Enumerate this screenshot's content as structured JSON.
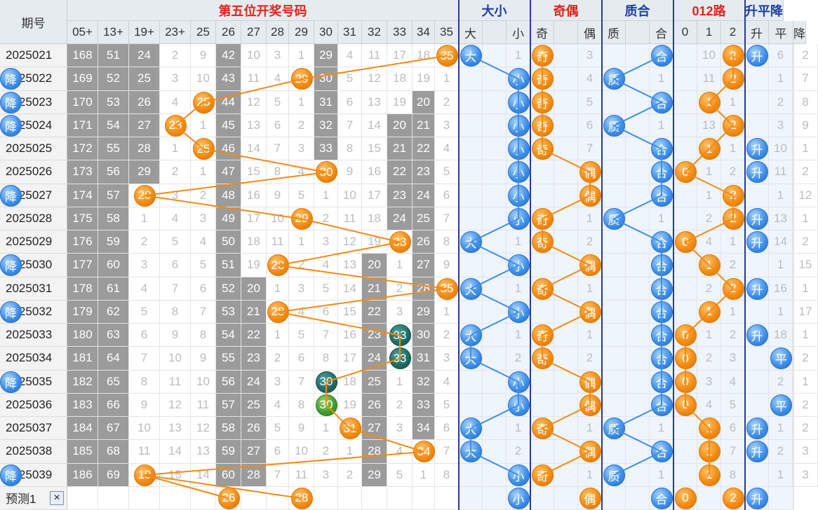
{
  "header": {
    "period_label": "期号",
    "group_main": "第五位开奖号码",
    "group_bigsmall": "大小",
    "group_oddeven": "奇偶",
    "group_primecomp": "质合",
    "group_012": "012路",
    "group_updown": "升平降",
    "columns": [
      "05+",
      "13+",
      "19+",
      "23+",
      "25",
      "26",
      "27",
      "28",
      "29",
      "30",
      "31",
      "32",
      "33",
      "34",
      "35",
      "大",
      "",
      "小",
      "奇",
      "",
      "偶",
      "质",
      "",
      "合",
      "0",
      "1",
      "2",
      "升",
      "平",
      "降"
    ]
  },
  "colors": {
    "orange": "#f28a12",
    "blue": "#3d8ee8",
    "teal": "#1f6a62",
    "green": "#3e9a2c",
    "gray": "#9b9b9b",
    "title_red": "#e0251b",
    "title_blue": "#1c3fa8"
  },
  "rows": [
    {
      "period": "2025021",
      "vals": [
        "168",
        "51",
        "24",
        "2",
        "9",
        "42",
        "10",
        "3",
        "1",
        "29",
        "4",
        "11",
        "17",
        "18",
        "35"
      ],
      "ball": "35",
      "bs": "大",
      "bs_miss": "1",
      "oe": "奇",
      "oe_miss": "3",
      "pc": "合",
      "pc_miss": "1",
      "r012": "2",
      "r_miss": [
        "10",
        "3"
      ],
      "ud": "升",
      "ud_miss": [
        "6",
        "2"
      ]
    },
    {
      "period": "2025022",
      "vals": [
        "169",
        "52",
        "25",
        "3",
        "10",
        "43",
        "11",
        "4",
        "29",
        "30",
        "5",
        "12",
        "18",
        "19",
        "1"
      ],
      "ball": "29",
      "bs": "小",
      "bs_miss": "1",
      "oe": "奇",
      "oe_miss": "4",
      "pc": "质",
      "pc_miss": "1",
      "r012": "2",
      "r_miss": [
        "11",
        "4"
      ],
      "ud": "降",
      "ud_miss": [
        "1",
        "7"
      ]
    },
    {
      "period": "2025023",
      "vals": [
        "170",
        "53",
        "26",
        "4",
        "25",
        "44",
        "12",
        "5",
        "1",
        "31",
        "6",
        "13",
        "19",
        "20",
        "2"
      ],
      "ball": "25",
      "bs": "小",
      "bs_miss": "2",
      "oe": "奇",
      "oe_miss": "5",
      "pc": "合",
      "pc_miss": "1",
      "r012": "1",
      "r_miss": [
        "12",
        "1"
      ],
      "ud": "降",
      "ud_miss": [
        "2",
        "8"
      ]
    },
    {
      "period": "2025024",
      "vals": [
        "171",
        "54",
        "27",
        "23",
        "1",
        "45",
        "13",
        "6",
        "2",
        "32",
        "7",
        "14",
        "20",
        "21",
        "3"
      ],
      "ball": "23",
      "bs": "小",
      "bs_miss": "3",
      "oe": "奇",
      "oe_miss": "6",
      "pc": "质",
      "pc_miss": "1",
      "r012": "2",
      "r_miss": [
        "13",
        "1"
      ],
      "ud": "降",
      "ud_miss": [
        "3",
        "9"
      ]
    },
    {
      "period": "2025025",
      "vals": [
        "172",
        "55",
        "28",
        "1",
        "25",
        "46",
        "14",
        "7",
        "3",
        "33",
        "8",
        "15",
        "21",
        "22",
        "4"
      ],
      "ball": "25",
      "bs": "小",
      "bs_miss": "4",
      "oe": "奇",
      "oe_miss": "7",
      "pc": "合",
      "pc_miss": "1",
      "r012": "1",
      "r_miss": [
        "14",
        "1"
      ],
      "ud": "升",
      "ud_miss": [
        "10",
        "1"
      ]
    },
    {
      "period": "2025026",
      "vals": [
        "173",
        "56",
        "29",
        "2",
        "1",
        "47",
        "15",
        "8",
        "4",
        "30",
        "9",
        "16",
        "22",
        "23",
        "5"
      ],
      "ball": "30",
      "bs": "小",
      "bs_miss": "5",
      "oe": "偶",
      "oe_miss": "1",
      "pc": "合",
      "pc_miss": "2",
      "r012": "0",
      "r_miss": [
        "1",
        "2"
      ],
      "ud": "升",
      "ud_miss": [
        "11",
        "2"
      ]
    },
    {
      "period": "2025027",
      "vals": [
        "174",
        "57",
        "20",
        "3",
        "2",
        "48",
        "16",
        "9",
        "5",
        "1",
        "10",
        "17",
        "23",
        "24",
        "6"
      ],
      "ball": "20",
      "bs": "小",
      "bs_miss": "6",
      "oe": "偶",
      "oe_miss": "2",
      "pc": "合",
      "pc_miss": "3",
      "r012": "2",
      "r_miss": [
        "1",
        "2"
      ],
      "ud": "降",
      "ud_miss": [
        "1",
        "12"
      ]
    },
    {
      "period": "2025028",
      "vals": [
        "175",
        "58",
        "1",
        "4",
        "3",
        "49",
        "17",
        "10",
        "29",
        "2",
        "11",
        "18",
        "24",
        "25",
        "7"
      ],
      "ball": "29",
      "bs": "小",
      "bs_miss": "7",
      "oe": "奇",
      "oe_miss": "1",
      "pc": "质",
      "pc_miss": "1",
      "r012": "2",
      "r_miss": [
        "2",
        "3"
      ],
      "ud": "升",
      "ud_miss": [
        "13",
        "1"
      ]
    },
    {
      "period": "2025029",
      "vals": [
        "176",
        "59",
        "2",
        "5",
        "4",
        "50",
        "18",
        "11",
        "1",
        "3",
        "12",
        "19",
        "33",
        "26",
        "8"
      ],
      "ball": "33",
      "bs": "大",
      "bs_miss": "1",
      "oe": "奇",
      "oe_miss": "2",
      "pc": "合",
      "pc_miss": "1",
      "r012": "0",
      "r_miss": [
        "4",
        "1"
      ],
      "ud": "升",
      "ud_miss": [
        "14",
        "2"
      ]
    },
    {
      "period": "2025030",
      "vals": [
        "177",
        "60",
        "3",
        "6",
        "5",
        "51",
        "19",
        "28",
        "2",
        "4",
        "13",
        "20",
        "1",
        "27",
        "9"
      ],
      "ball": "28",
      "bs": "小",
      "bs_miss": "1",
      "oe": "偶",
      "oe_miss": "1",
      "pc": "合",
      "pc_miss": "2",
      "r012": "1",
      "r_miss": [
        "1",
        "2"
      ],
      "ud": "降",
      "ud_miss": [
        "1",
        "15"
      ]
    },
    {
      "period": "2025031",
      "vals": [
        "178",
        "61",
        "4",
        "7",
        "6",
        "52",
        "20",
        "1",
        "3",
        "5",
        "14",
        "21",
        "2",
        "28",
        "35"
      ],
      "ball": "35",
      "bs": "大",
      "bs_miss": "1",
      "oe": "奇",
      "oe_miss": "1",
      "pc": "合",
      "pc_miss": "3",
      "r012": "2",
      "r_miss": [
        "2",
        "1"
      ],
      "ud": "升",
      "ud_miss": [
        "16",
        "1"
      ]
    },
    {
      "period": "2025032",
      "vals": [
        "179",
        "62",
        "5",
        "8",
        "7",
        "53",
        "21",
        "28",
        "4",
        "6",
        "15",
        "22",
        "3",
        "29",
        "1"
      ],
      "ball": "28",
      "bs": "小",
      "bs_miss": "1",
      "oe": "偶",
      "oe_miss": "1",
      "pc": "合",
      "pc_miss": "4",
      "r012": "1",
      "r_miss": [
        "3",
        "1"
      ],
      "ud": "降",
      "ud_miss": [
        "1",
        "17"
      ]
    },
    {
      "period": "2025033",
      "vals": [
        "180",
        "63",
        "6",
        "9",
        "8",
        "54",
        "22",
        "1",
        "5",
        "7",
        "16",
        "23",
        "33",
        "30",
        "2"
      ],
      "ball": "33",
      "bs": "大",
      "bs_miss": "1",
      "oe": "奇",
      "oe_miss": "1",
      "pc": "合",
      "pc_miss": "5",
      "r012": "0",
      "r_miss": [
        "1",
        "2"
      ],
      "ud": "升",
      "ud_miss": [
        "18",
        "1"
      ]
    },
    {
      "period": "2025034",
      "vals": [
        "181",
        "64",
        "7",
        "10",
        "9",
        "55",
        "23",
        "2",
        "6",
        "8",
        "17",
        "24",
        "33",
        "31",
        "3"
      ],
      "ball": "33",
      "bs": "大",
      "bs_miss": "2",
      "oe": "奇",
      "oe_miss": "2",
      "pc": "合",
      "pc_miss": "6",
      "r012": "0",
      "r_miss": [
        "2",
        "3"
      ],
      "ud": "平",
      "ud_miss": [
        "1",
        "2"
      ]
    },
    {
      "period": "2025035",
      "vals": [
        "182",
        "65",
        "8",
        "11",
        "10",
        "56",
        "24",
        "3",
        "7",
        "30",
        "18",
        "25",
        "1",
        "32",
        "4"
      ],
      "ball": "30",
      "bs": "小",
      "bs_miss": "1",
      "oe": "偶",
      "oe_miss": "1",
      "pc": "合",
      "pc_miss": "7",
      "r012": "0",
      "r_miss": [
        "3",
        "4"
      ],
      "ud": "降",
      "ud_miss": [
        "2",
        "1"
      ]
    },
    {
      "period": "2025036",
      "vals": [
        "183",
        "66",
        "9",
        "12",
        "11",
        "57",
        "25",
        "4",
        "8",
        "30",
        "19",
        "26",
        "2",
        "33",
        "5"
      ],
      "ball": "30",
      "bs": "小",
      "bs_miss": "2",
      "oe": "偶",
      "oe_miss": "2",
      "pc": "合",
      "pc_miss": "8",
      "r012": "0",
      "r_miss": [
        "4",
        "5"
      ],
      "ud": "平",
      "ud_miss": [
        "3",
        "2"
      ]
    },
    {
      "period": "2025037",
      "vals": [
        "184",
        "67",
        "10",
        "13",
        "12",
        "58",
        "26",
        "5",
        "9",
        "1",
        "31",
        "27",
        "3",
        "34",
        "6"
      ],
      "ball": "31",
      "bs": "大",
      "bs_miss": "1",
      "oe": "奇",
      "oe_miss": "1",
      "pc": "质",
      "pc_miss": "1",
      "r012": "1",
      "r_miss": [
        "1",
        "6"
      ],
      "ud": "升",
      "ud_miss": [
        "1",
        "2"
      ]
    },
    {
      "period": "2025038",
      "vals": [
        "185",
        "68",
        "11",
        "14",
        "13",
        "59",
        "27",
        "6",
        "10",
        "2",
        "1",
        "28",
        "4",
        "34",
        "7"
      ],
      "ball": "34",
      "bs": "大",
      "bs_miss": "2",
      "oe": "偶",
      "oe_miss": "1",
      "pc": "合",
      "pc_miss": "1",
      "r012": "1",
      "r_miss": [
        "2",
        "7"
      ],
      "ud": "升",
      "ud_miss": [
        "2",
        "3"
      ]
    },
    {
      "period": "2025039",
      "vals": [
        "186",
        "69",
        "19",
        "15",
        "14",
        "60",
        "28",
        "7",
        "11",
        "3",
        "2",
        "29",
        "5",
        "1",
        "8"
      ],
      "ball": "19",
      "bs": "小",
      "bs_miss": "1",
      "oe": "奇",
      "oe_miss": "1",
      "pc": "质",
      "pc_miss": "1",
      "r012": "1",
      "r_miss": [
        "3",
        "8"
      ],
      "ud": "降",
      "ud_miss": [
        "1",
        "3"
      ]
    }
  ],
  "predict": {
    "label": "预测1",
    "close_icon": "×",
    "balls_main": [
      "26",
      "28"
    ],
    "bs": "小",
    "oe": "偶",
    "pc": "合",
    "r0": "0",
    "r2": "2",
    "ud": "升"
  }
}
